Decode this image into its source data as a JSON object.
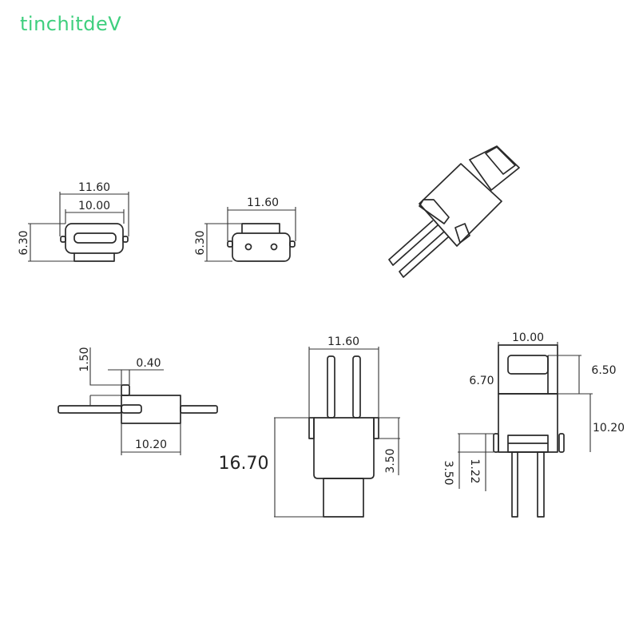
{
  "logo": {
    "text": "tinchitdeV",
    "color": "#3fcf7e"
  },
  "views": {
    "front_usb": {
      "width_outer": "11.60",
      "width_inner": "10.00",
      "height": "6.30"
    },
    "front_rear": {
      "width": "11.60",
      "height": "6.30"
    },
    "side": {
      "tab_height": "1.50",
      "tab_thickness": "0.40",
      "body_length": "10.20"
    },
    "bottom": {
      "width": "11.60",
      "total_length": "16.70",
      "flange": "3.50"
    },
    "right": {
      "width": "10.00",
      "plug_offset": "6.70",
      "plug_height": "6.50",
      "body_height": "10.20",
      "pin_offset": "3.50",
      "flange_height": "1.22"
    }
  },
  "colors": {
    "line": "#2a2a2a",
    "logo": "#3fcf7e"
  }
}
